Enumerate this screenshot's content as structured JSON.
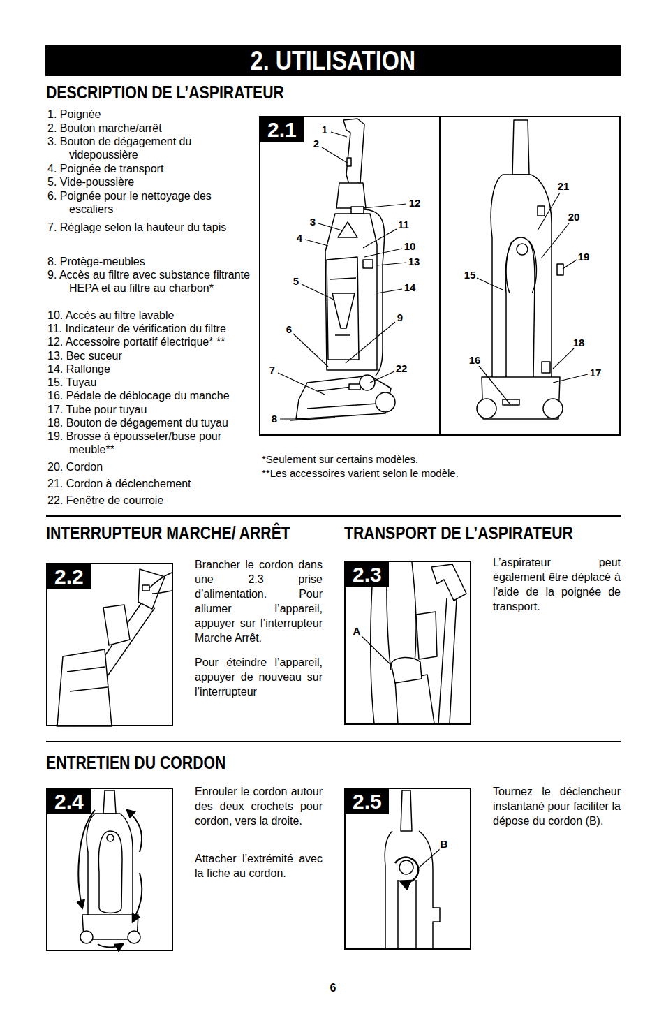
{
  "diagram": {
    "title": "2. UTILISATION",
    "nodes": [
      {
        "text": [
          "2.1"
        ]
      },
      {
        "text": [
          "2.2"
        ]
      },
      {
        "text": [
          "2.3"
        ]
      },
      {
        "text": [
          "2.4"
        ]
      },
      {
        "text": [
          "2.5"
        ]
      }
    ],
    "labels": [
      "DESCRIPTION DE L’ASPIRATEUR",
      "1. Poignée",
      "2. Bouton marche/arrêt",
      "3. Bouton de dégagement du videpoussière",
      "4. Poignée de transport",
      "5. Vide-poussière",
      "6. Poignée pour le nettoyage des escaliers",
      "7. Réglage selon la hauteur du tapis",
      "8. Protège-meubles",
      "9. Accès au filtre avec substance filtrante HEPA et au filtre au charbon*",
      "10. Accès au filtre lavable",
      "11. Indicateur de vérification du filtre",
      "12. Accessoire portatif électrique* **",
      "13. Bec suceur",
      "14. Rallonge",
      "15. Tuyau",
      "16. Pédale de déblocage du manche",
      "17. Tube pour tuyau",
      "18. Bouton de dégagement du tuyau",
      "19. Brosse à épousseter/buse pour meuble**",
      "20. Cordon",
      "21. Cordon à déclenchement",
      "22. Fenêtre de courroie",
      "1",
      "2",
      "12",
      "3",
      "11",
      "4",
      "10",
      "13",
      "5",
      "14",
      "9",
      "6",
      "7",
      "22",
      "8",
      "21",
      "20",
      "19",
      "15",
      "18",
      "16",
      "17",
      "*Seulement sur certains modèles.",
      "**Les accessoires varient selon le modèle.",
      "INTERRUPTEUR MARCHE/ ARRÊT",
      "Brancher le cordon dans une 2.3 prise d’alimentation. Pour allumer l’appareil, appuyer sur l’interrupteur Marche Arrêt.",
      "Pour éteindre l’appareil, appuyer de nouveau sur l’interrupteur",
      "TRANSPORT DE L’ASPIRATEUR",
      "A",
      "L’aspirateur peut également être déplacé à l’aide de la poignée de transport.",
      "ENTRETIEN DU CORDON",
      "Enrouler le cordon autour des deux crochets pour cordon, vers la droite.",
      "Attacher l’extrémité avec la fiche au cordon.",
      "B",
      "Tournez le déclencheur instantané pour faciliter la dépose du cordon (B).",
      "6"
    ]
  }
}
